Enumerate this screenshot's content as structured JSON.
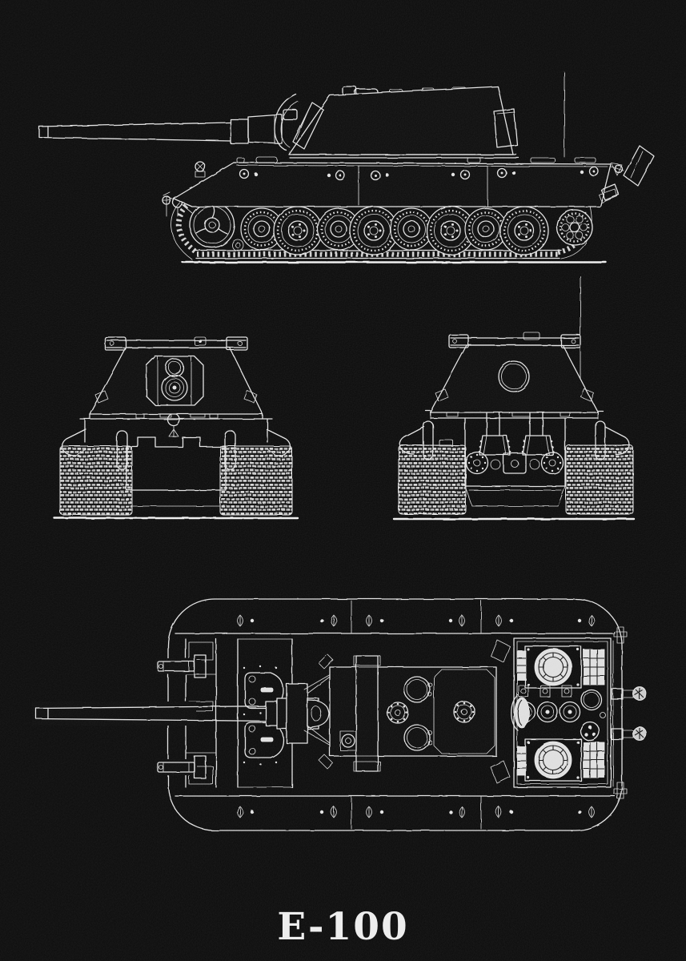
{
  "poster": {
    "title": "E-100",
    "background_color": "#0b0b0b",
    "line_color": "#e6e6e6",
    "views": [
      {
        "name": "side-view"
      },
      {
        "name": "front-view"
      },
      {
        "name": "rear-view"
      },
      {
        "name": "top-view"
      }
    ]
  }
}
